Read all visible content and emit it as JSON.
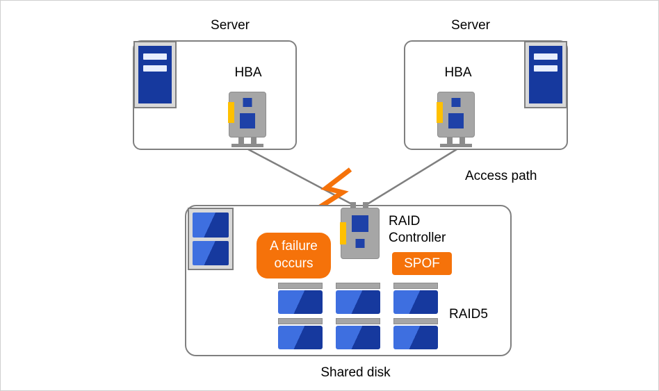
{
  "diagram": {
    "type": "cluster-storage-topology",
    "caption": "Two servers with HBAs share a RAID5 disk array; the single RAID controller is a SPOF and its access path has failed"
  },
  "colors": {
    "accent_orange": "#f5720a",
    "server_navy": "#16399e",
    "disk_blue": "#2b5fd9",
    "outline_gray": "#7f7f7f",
    "card_gray": "#a6a6a6",
    "connector_yellow": "#ffc000"
  },
  "nodes": {
    "server_left": {
      "label": "Server"
    },
    "server_right": {
      "label": "Server"
    },
    "hba_left": {
      "label": "HBA"
    },
    "hba_right": {
      "label": "HBA"
    },
    "access_path": {
      "label": "Access path"
    },
    "raid_controller": {
      "label": "RAID Controller"
    },
    "failure_callout": {
      "label": "A failure occurs"
    },
    "spof_badge": {
      "label": "SPOF"
    },
    "raid5": {
      "label": "RAID5"
    },
    "shared_disk": {
      "label": "Shared disk"
    }
  },
  "icons": {
    "server": "server-tower-icon",
    "hba": "hba-card-icon",
    "raid_controller": "raid-controller-card-icon",
    "storage_array": "storage-array-icon",
    "disk": "disk-icon",
    "failure": "lightning-bolt-icon"
  }
}
